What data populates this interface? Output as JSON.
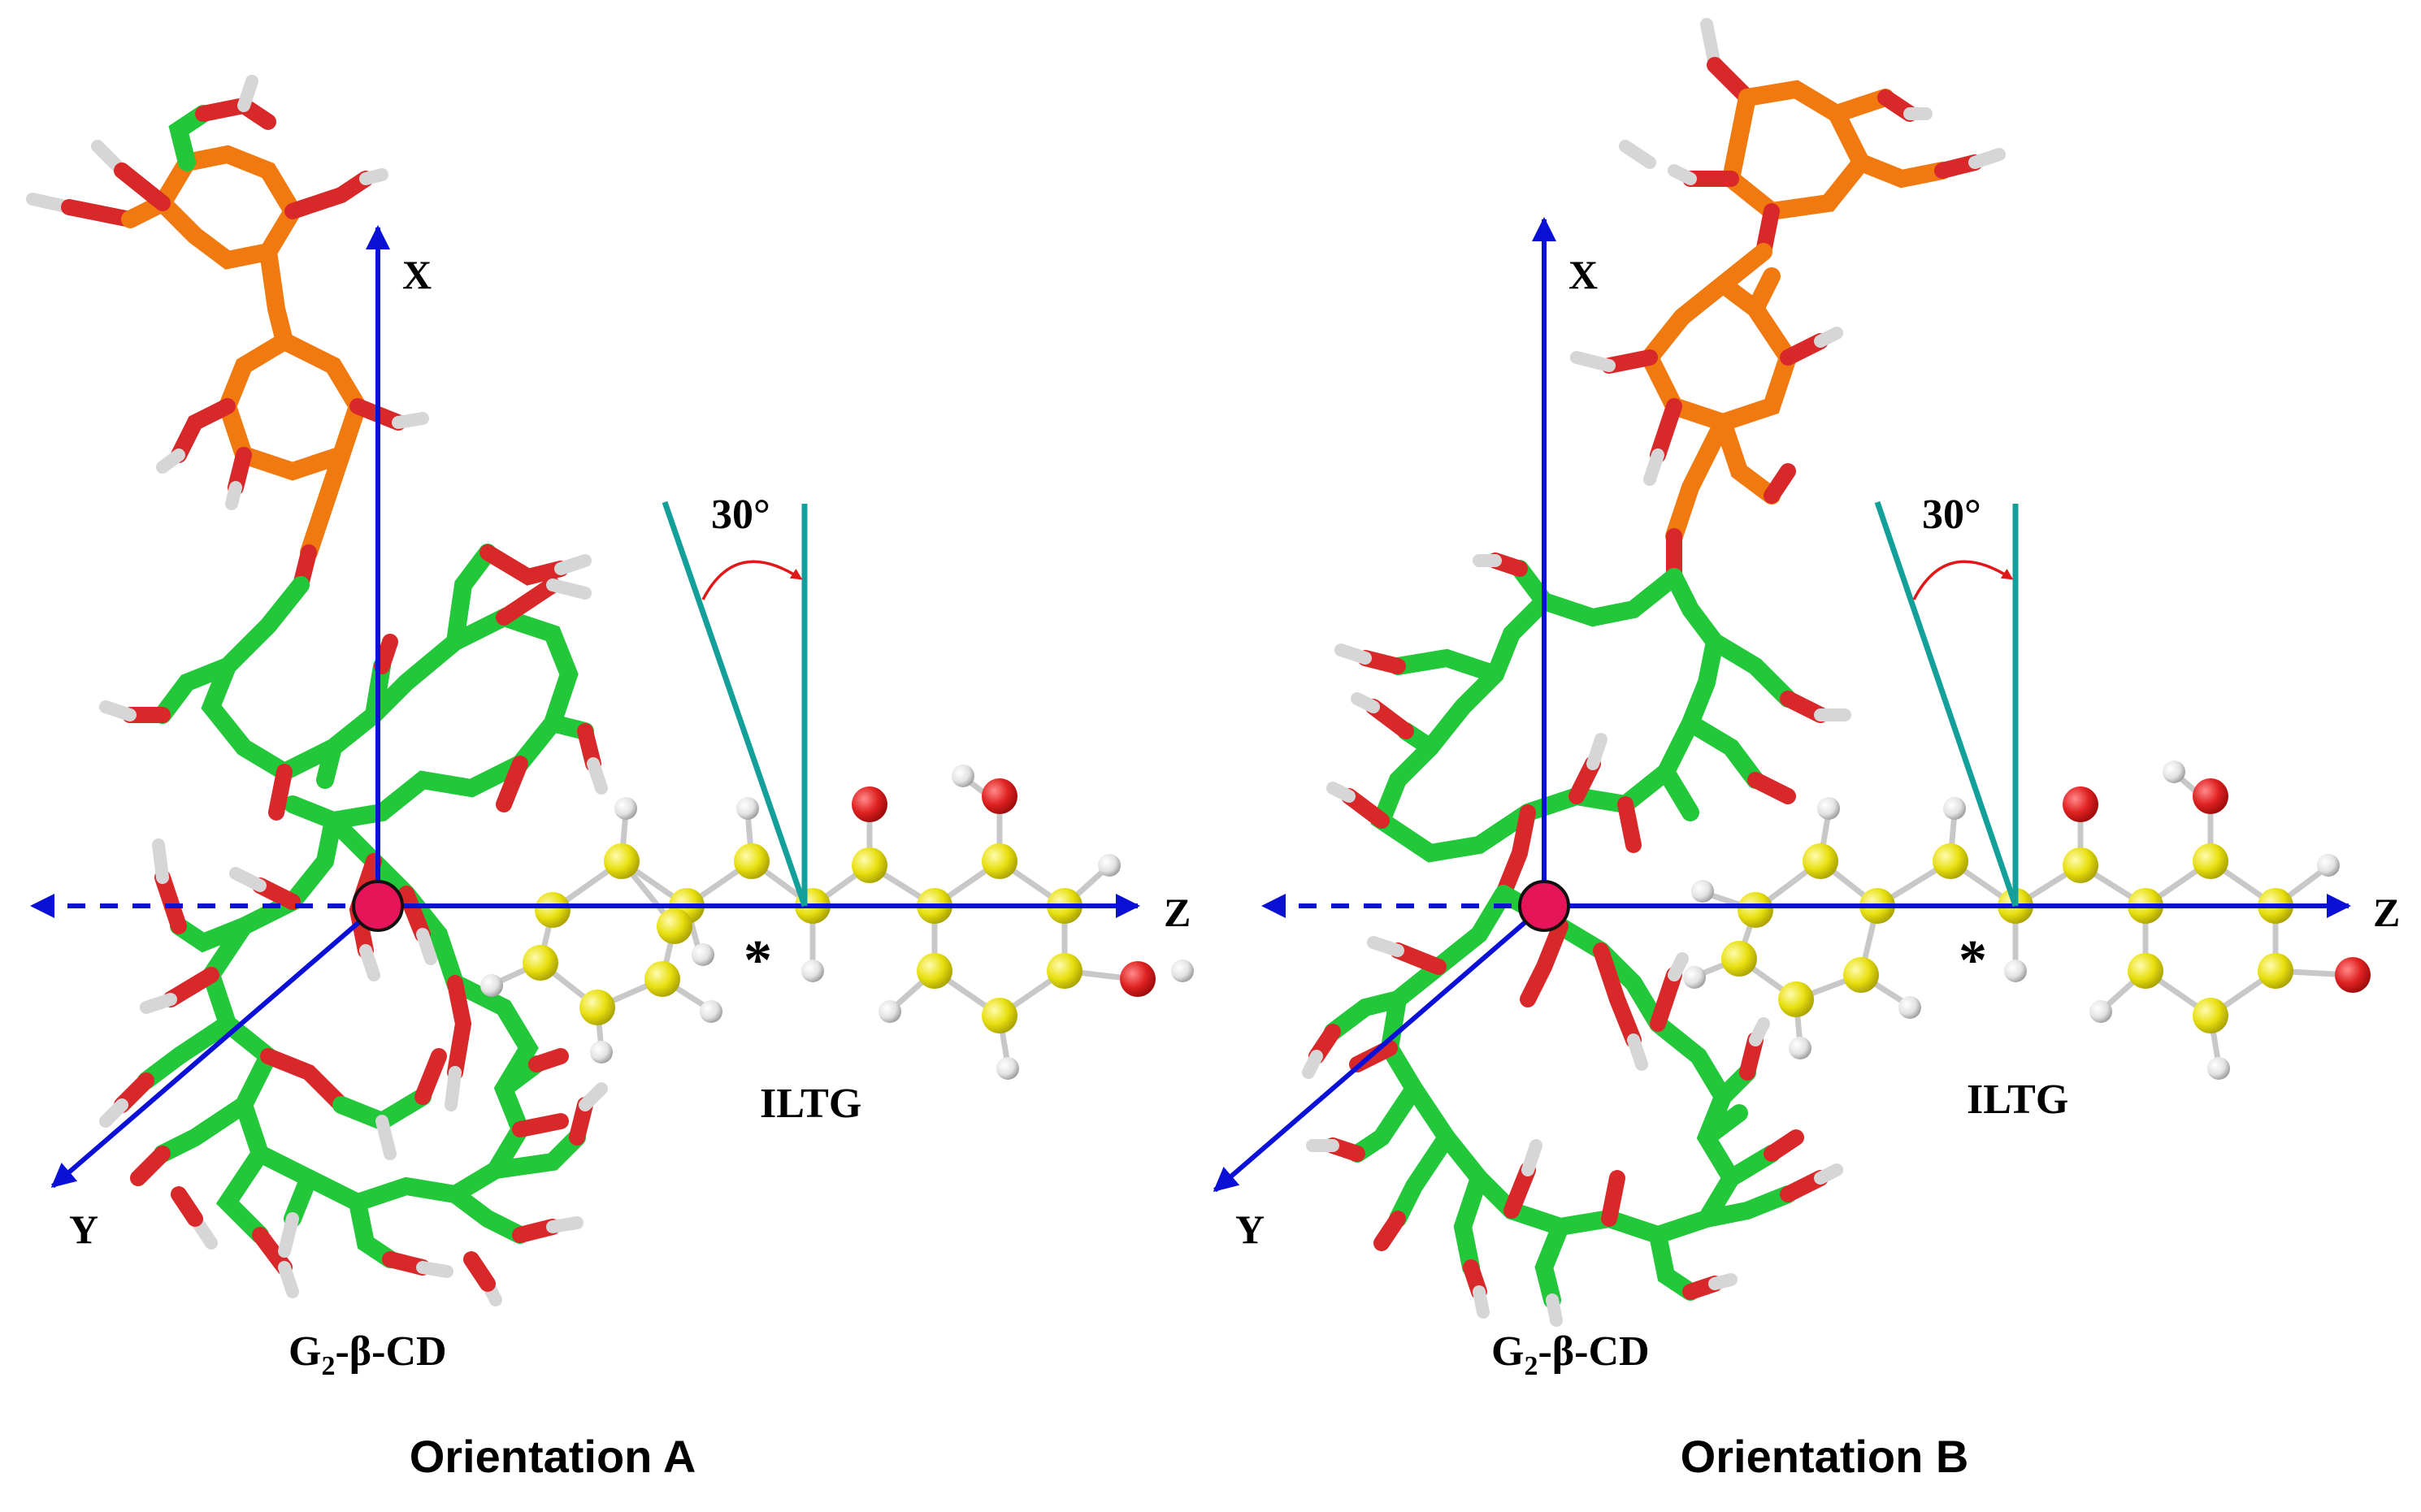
{
  "panels": [
    {
      "axes": {
        "x": "X",
        "y": "Y",
        "z": "Z"
      },
      "angle": "30°",
      "star": "*",
      "guest": "ILTG",
      "host_prefix": "G",
      "host_subscript": "2",
      "host_suffix": "-β-CD",
      "caption": "Orientation A"
    },
    {
      "axes": {
        "x": "X",
        "y": "Y",
        "z": "Z"
      },
      "angle": "30°",
      "star": "*",
      "guest": "ILTG",
      "host_prefix": "G",
      "host_subscript": "2",
      "host_suffix": "-β-CD",
      "caption": "Orientation B"
    }
  ],
  "colors": {
    "axis": "#0a10d6",
    "angle_line": "#14a09a",
    "angle_arc": "#e01818",
    "origin": "#e8145a",
    "carbon_host": "#22c83a",
    "carbon_glucosyl": "#f07a10",
    "oxygen": "#d8282a",
    "hydrogen": "#d6d6d6",
    "carbon_guest": "#e8e010"
  }
}
